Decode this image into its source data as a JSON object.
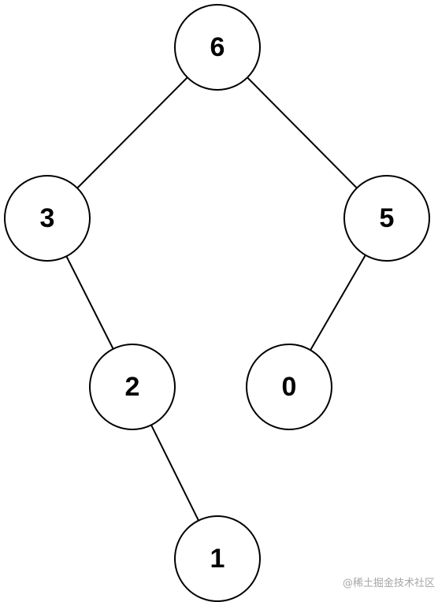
{
  "diagram": {
    "type": "binary-tree",
    "nodes": [
      {
        "id": "n6",
        "label": "6"
      },
      {
        "id": "n3",
        "label": "3"
      },
      {
        "id": "n5",
        "label": "5"
      },
      {
        "id": "n2",
        "label": "2"
      },
      {
        "id": "n0",
        "label": "0"
      },
      {
        "id": "n1",
        "label": "1"
      }
    ],
    "edges": [
      {
        "from": "n6",
        "to": "n3",
        "side": "left"
      },
      {
        "from": "n6",
        "to": "n5",
        "side": "right"
      },
      {
        "from": "n3",
        "to": "n2",
        "side": "right"
      },
      {
        "from": "n5",
        "to": "n0",
        "side": "left"
      },
      {
        "from": "n2",
        "to": "n1",
        "side": "right"
      }
    ],
    "colors": {
      "node_stroke": "#000000",
      "node_fill": "#ffffff",
      "edge": "#000000",
      "text": "#000000"
    }
  },
  "watermark": {
    "text": "@稀土掘金技术社区"
  }
}
